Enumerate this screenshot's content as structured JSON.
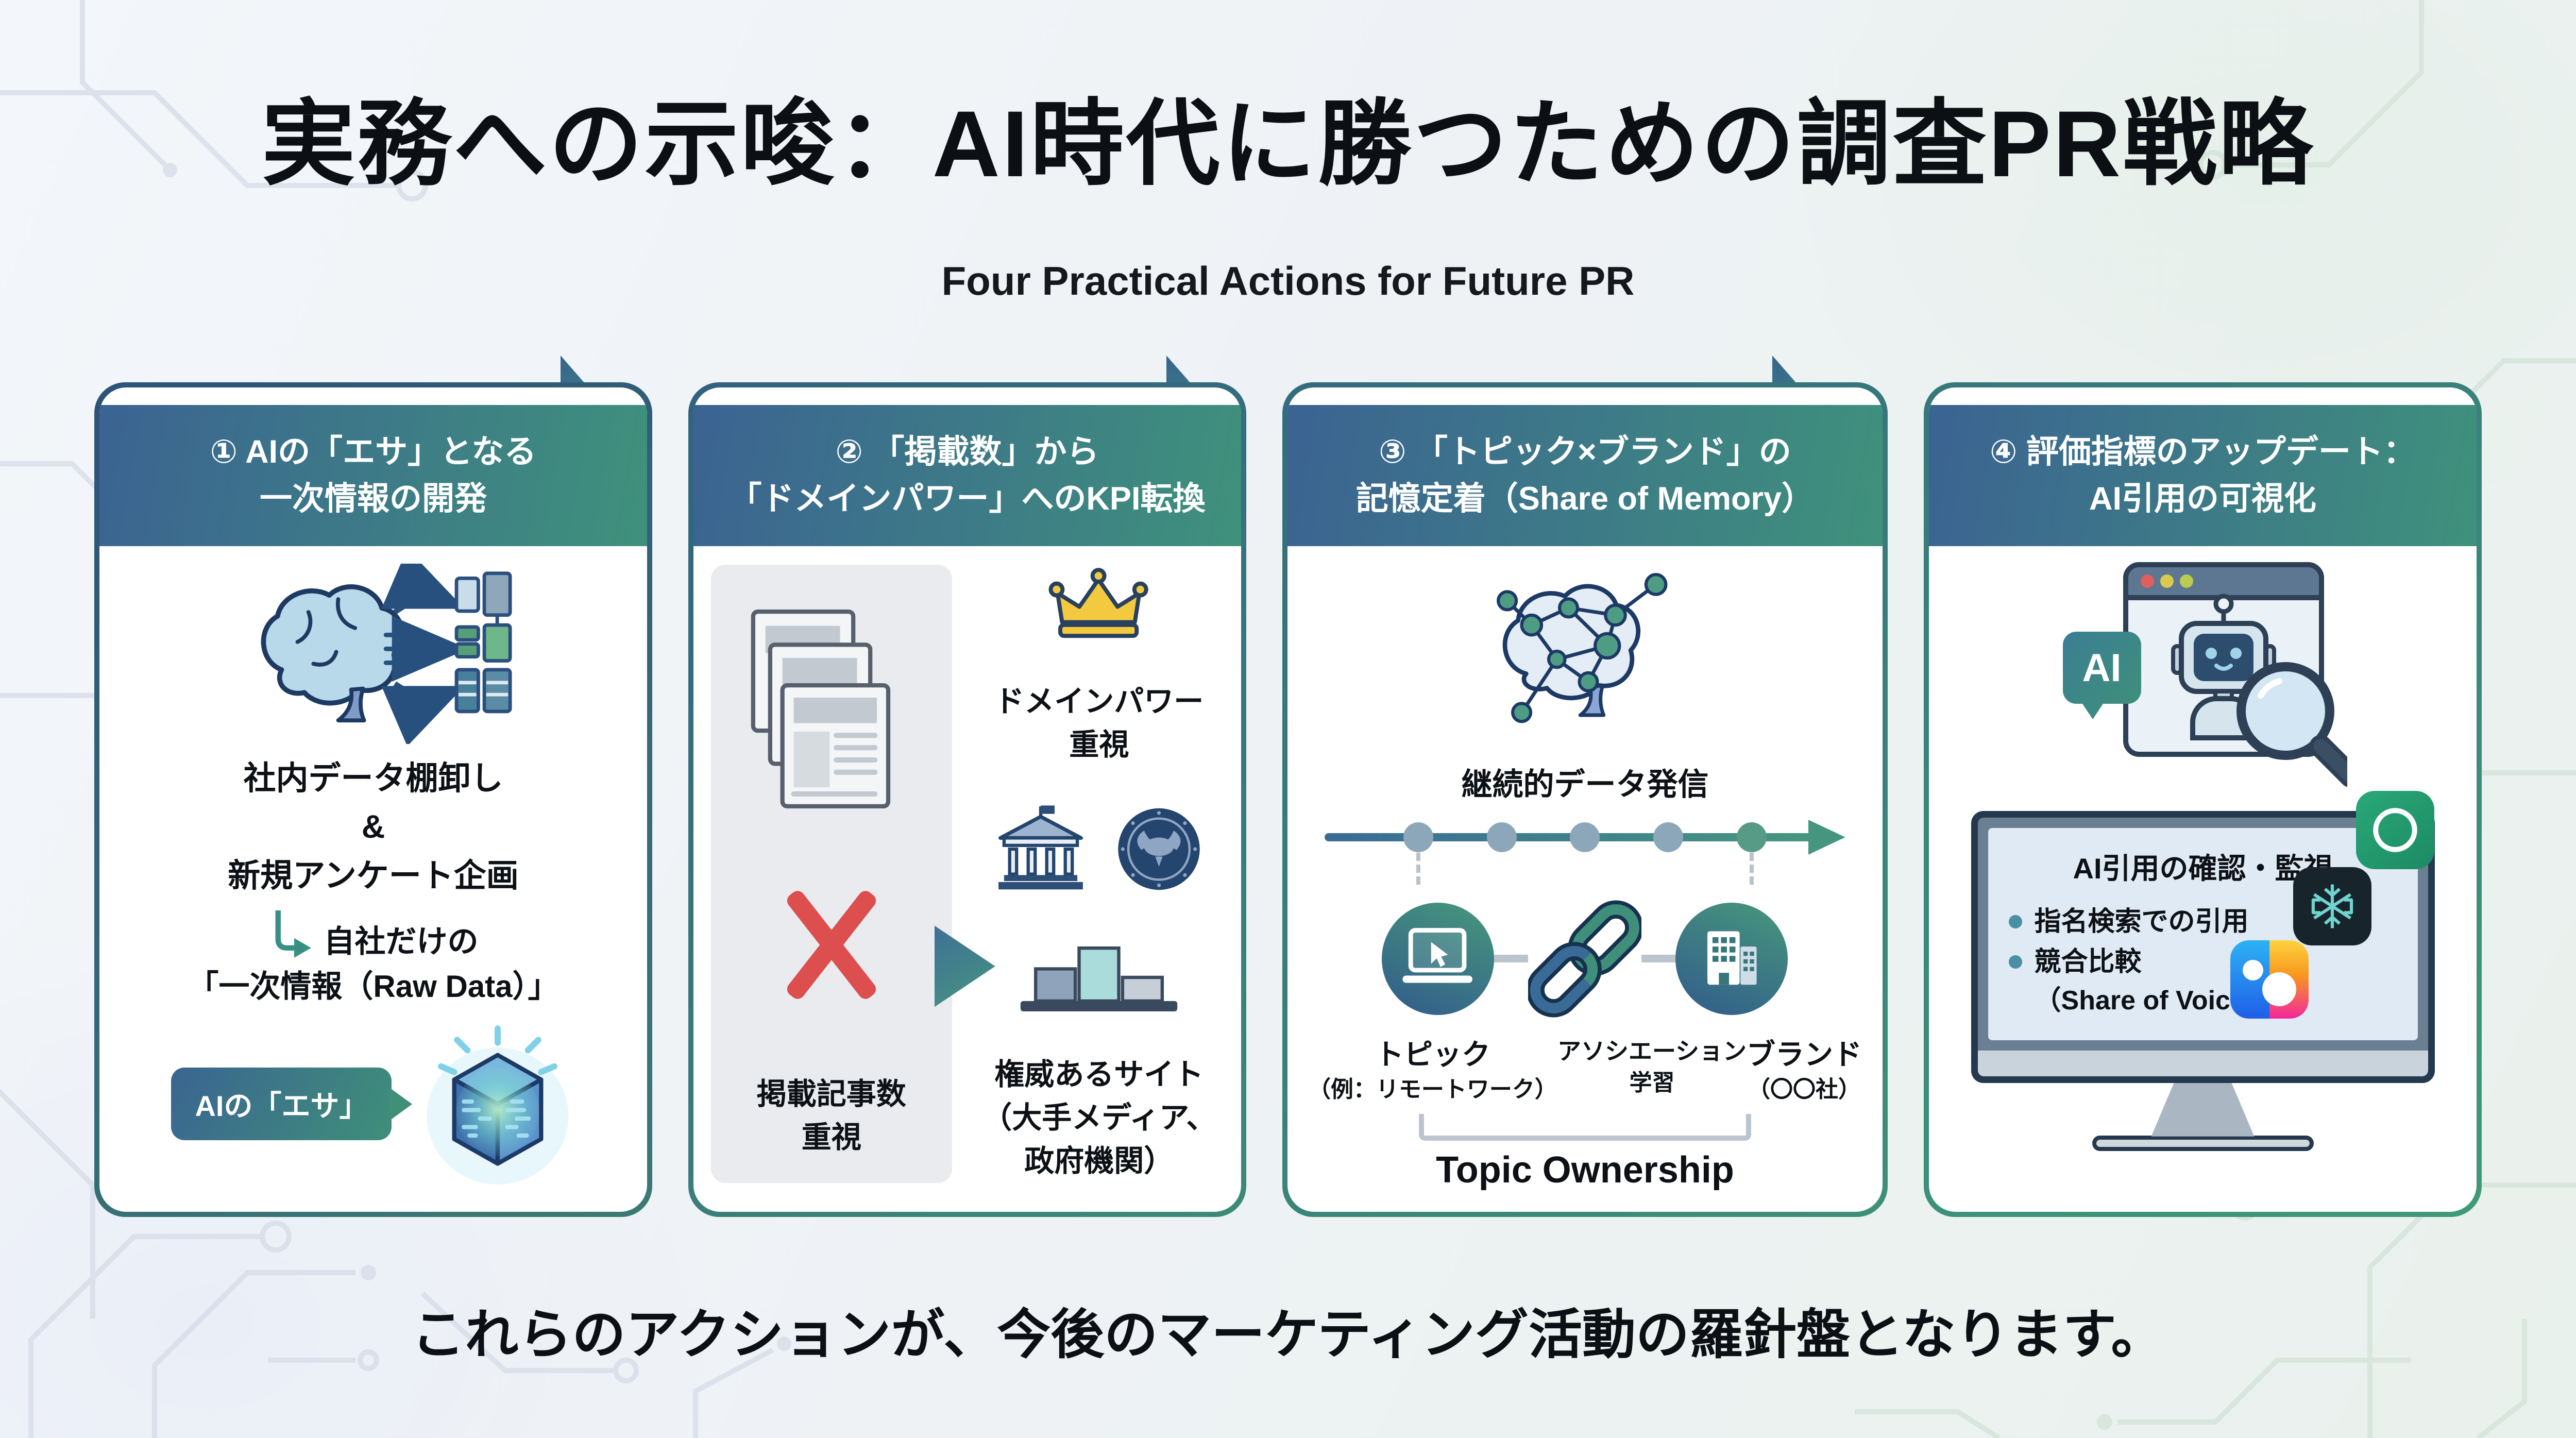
{
  "title": "実務への示唆：AI時代に勝つための調査PR戦略",
  "subtitle": "Four Practical Actions for Future PR",
  "footer": "これらのアクションが、今後のマーケティング活動の羅針盤となります。",
  "colors": {
    "header_gradient_start": "#3b6392",
    "header_gradient_end": "#3f917c",
    "card_border_blue": "#2d5479",
    "card_border_teal": "#3d9179",
    "flow_arrow": "#419a7f",
    "badge_gradient": [
      "#3a6591",
      "#3f8f79"
    ],
    "alert_red": "#dd4f4f",
    "crown_gold": "#f3c93f",
    "gray_panel": "#e9ebef",
    "ink": "#0d1116"
  },
  "icons": [
    "brain-data-flow-icon",
    "corner-arrow-icon",
    "ai-feed-cube-icon",
    "newspaper-stack-icon",
    "red-cross-icon",
    "crown-icon",
    "bank-icon",
    "government-seal-icon",
    "podium-icon",
    "network-brain-icon",
    "timeline-arrow-icon",
    "laptop-cursor-icon",
    "chain-link-icon",
    "building-icon",
    "robot-browser-icon",
    "magnifier-icon",
    "monitor-icon",
    "chatgpt-app-icon",
    "ai-asterisk-app-icon",
    "ai-color-app-icon",
    "circuit-pattern"
  ],
  "cards": [
    {
      "header_line1": "① AIの「エサ」となる",
      "header_line2": "一次情報の開発",
      "body_line1": "社内データ棚卸し",
      "body_amp": "&",
      "body_line2": "新規アンケート企画",
      "raw_line1": "自社だけの",
      "raw_line2": "「一次情報（Raw Data）」",
      "badge": "AIの「エサ」"
    },
    {
      "header_line1": "② 「掲載数」から",
      "header_line2": "「ドメインパワー」へのKPI転換",
      "left_label_line1": "掲載記事数",
      "left_label_line2": "重視",
      "right_top_line1": "ドメインパワー",
      "right_top_line2": "重視",
      "right_bottom_line1": "権威あるサイト",
      "right_bottom_line2": "（大手メディア、",
      "right_bottom_line3": "政府機関）"
    },
    {
      "header_line1": "③ 「トピック×ブランド」の",
      "header_line2": "記憶定着（Share of Memory）",
      "caption": "継続的データ発信",
      "items": [
        {
          "label_line1": "トピック",
          "label_line2": "（例：リモートワーク）"
        },
        {
          "label_line1": "アソシエーション",
          "label_line2": "学習"
        },
        {
          "label_line1": "ブランド",
          "label_line2": "（〇〇社）"
        }
      ],
      "ownership": "Topic Ownership"
    },
    {
      "header_line1": "④ 評価指標のアップデート：",
      "header_line2": "AI引用の可視化",
      "ai_bubble": "AI",
      "monitor_title": "AI引用の確認・監視",
      "bullet1": "指名検索での引用",
      "bullet2_line1": "競合比較",
      "bullet2_line2": "（Share of Voice）"
    }
  ]
}
